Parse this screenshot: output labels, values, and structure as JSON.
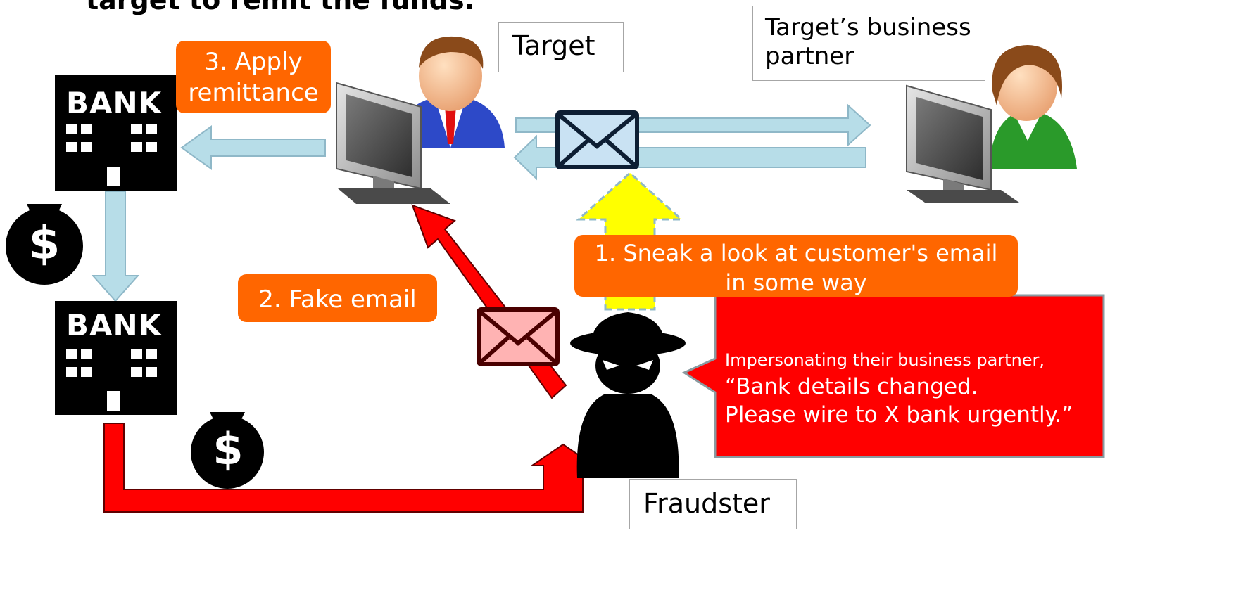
{
  "title": "target to remit the funds.",
  "labels": {
    "target": "Target",
    "partner_line1": "Target’s business",
    "partner_line2": "partner",
    "fraudster": "Fraudster"
  },
  "steps": {
    "step1_line1": "1. Sneak a look at customer's email",
    "step1_line2": "in some way",
    "step2": "2. Fake email",
    "step3_line1": "3. Apply",
    "step3_line2": "remittance"
  },
  "callout": {
    "line1": "Impersonating their business partner,",
    "line2": "“Bank details changed.",
    "line3": "Please wire to X bank urgently.”"
  },
  "bank_label": "BANK",
  "icons": [
    "bank-icon",
    "money-bag-icon",
    "person-computer-icon",
    "email-icon",
    "fraudster-icon"
  ],
  "colors": {
    "step_label": "#ff6600",
    "callout": "#ff0000",
    "flow_arrow": "#b7dde8",
    "fraud_arrow": "#ff0000",
    "leak_arrow": "#ffff00"
  }
}
